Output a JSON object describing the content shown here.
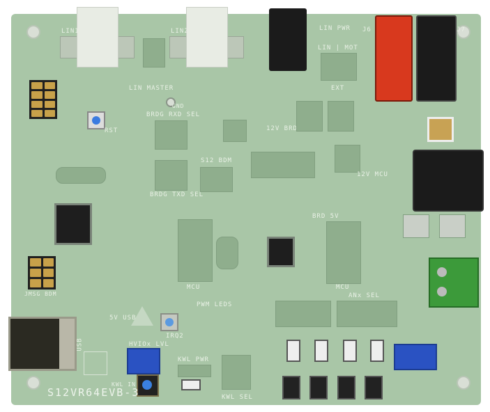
{
  "board": {
    "name": "S12VR64EVB-3",
    "color": "#a9c6a7",
    "labels": {
      "lin1": "LIN1",
      "lin2": "LIN2",
      "lin_master": "LIN MASTER",
      "brdg_rxd_sel": "BRDG RXD SEL",
      "brdg_txd_sel": "BRDG TXD SEL",
      "s12_bdm": "S12 BDM",
      "rst": "RST",
      "lin_pwr": "LIN PWR",
      "lin_mot": "LIN | MOT",
      "ext": "EXT",
      "twelve_v_brd": "12V BRD",
      "twelve_v_mcu": "12V MCU",
      "brd_5v": "BRD 5V",
      "mcu": "MCU",
      "mcu2": "MCU",
      "anx_sel": "ANx SEL",
      "pwm_leds": "PWM LEDS",
      "five_v_usb": "5V USB",
      "irq2": "IRQ2",
      "hvio_lvl": "HVIOx LVL",
      "kwl_pwr": "KWL PWR",
      "kwl_sel": "KWL SEL",
      "kwl_in": "KWL IN",
      "usb": "USB",
      "j6": "J6",
      "j7": "J7",
      "jmsg_bdm": "JMSG BDM",
      "gnd": "GND"
    }
  }
}
